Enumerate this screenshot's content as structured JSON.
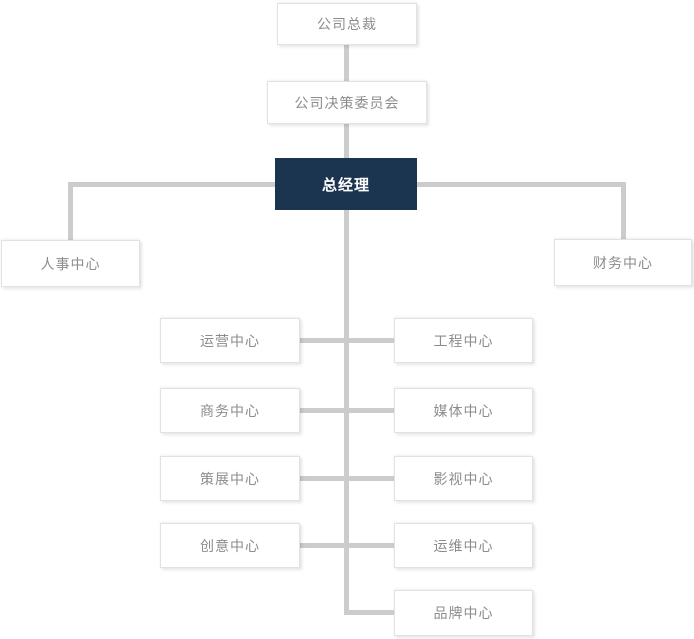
{
  "nodes": {
    "president": {
      "label": "公司总裁"
    },
    "committee": {
      "label": "公司决策委员会"
    },
    "general_manager": {
      "label": "总经理",
      "highlighted": true
    },
    "hr_center": {
      "label": "人事中心"
    },
    "finance_center": {
      "label": "财务中心"
    },
    "pairs": [
      {
        "left": {
          "label": "运营中心"
        },
        "right": {
          "label": "工程中心"
        }
      },
      {
        "left": {
          "label": "商务中心"
        },
        "right": {
          "label": "媒体中心"
        }
      },
      {
        "left": {
          "label": "策展中心"
        },
        "right": {
          "label": "影视中心"
        }
      },
      {
        "left": {
          "label": "创意中心"
        },
        "right": {
          "label": "运维中心"
        }
      }
    ],
    "brand_center": {
      "label": "品牌中心"
    }
  },
  "colors": {
    "highlight_bg": "#1b3450",
    "highlight_text": "#ffffff",
    "node_text": "#8c8c8c",
    "node_border": "#e2e2e2",
    "connector": "#cccccc",
    "background": "#ffffff"
  }
}
